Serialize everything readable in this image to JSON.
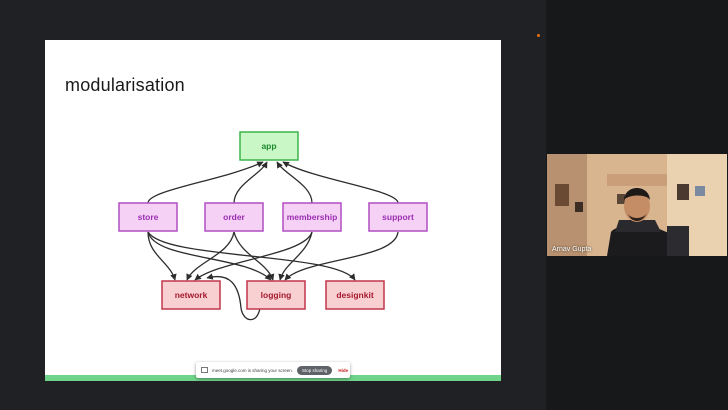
{
  "slide": {
    "title": "modularisation",
    "nodes": {
      "app": "app",
      "store": "store",
      "order": "order",
      "membership": "membership",
      "support": "support",
      "network": "network",
      "logging": "logging",
      "designkit": "designkit"
    }
  },
  "colors": {
    "app_fill": "#c9f7c6",
    "app_stroke": "#3bb54a",
    "app_text": "#1f8a2e",
    "feature_fill": "#f6d1f6",
    "feature_stroke": "#b04fc0",
    "feature_text": "#9a2fb0",
    "core_fill": "#f8d0d2",
    "core_stroke": "#c0364a",
    "core_text": "#a5192d"
  },
  "share_bar": {
    "message": "meet.google.com is sharing your screen.",
    "stop_label": "Stop sharing",
    "hide_label": "Hide"
  },
  "participant": {
    "name": "Arnav Gupta"
  }
}
